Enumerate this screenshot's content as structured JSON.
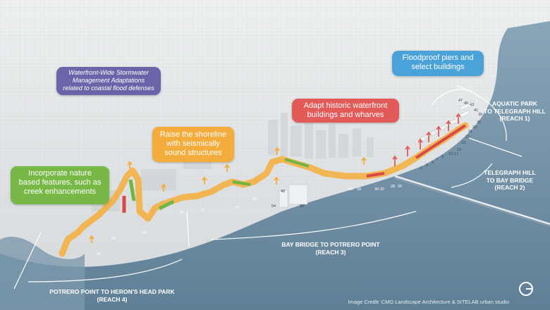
{
  "callouts": {
    "stormwater": [
      "Waterfront-Wide Stormwater",
      "Management Adaptations",
      "related to coastal flood defenses"
    ],
    "shoreline": [
      "Raise the shoreline",
      "with seismically",
      "sound structures"
    ],
    "nature": [
      "Incorporate nature",
      "based features, such as",
      "creek enhancements"
    ],
    "historic": [
      "Adapt historic waterfront",
      "buildings and wharves"
    ],
    "floodproof": [
      "Floodproof piers and",
      "select buildings"
    ]
  },
  "reaches": {
    "reach1": [
      "AQUATIC PARK",
      "TO TELEGRAPH HILL",
      "(REACH 1)"
    ],
    "reach2": [
      "TELEGRAPH HILL",
      "TO BAY BRIDGE",
      "(REACH 2)"
    ],
    "reach3": [
      "BAY BRIDGE TO POTRERO POINT",
      "(REACH 3)"
    ],
    "reach4": [
      "POTRERO POINT TO HERON'S HEAD PARK",
      "(REACH 4)"
    ]
  },
  "pier_numbers": {
    "p96": "96",
    "p94": "94",
    "p90": "90",
    "p80": "80",
    "p72": "72",
    "p70": "70",
    "p68": "68",
    "p54": "54",
    "p50": "50",
    "p48": "48",
    "p40": "40",
    "p38": "38",
    "p30_32": "30-32",
    "p28": "28",
    "p26": "26",
    "p1": "1",
    "p3": "3",
    "p5": "5",
    "p7": "7",
    "p9": "9",
    "p15_17": "15-17",
    "p19": "19",
    "p23": "23",
    "p27": "27",
    "p31": "31",
    "p33": "33",
    "p35": "35",
    "p39": "39",
    "p41": "41",
    "p43": "43",
    "p45": "45",
    "p47": "47"
  },
  "credit": "Image Credit: CMG Landscape Architecture & SITELAB urban studio",
  "icons": [
    "adaptation-arrow-icon",
    "logo-icon"
  ],
  "colors": {
    "stormwater": "#6b64a8",
    "shoreline": "#f4ad3d",
    "nature": "#78b847",
    "historic": "#e25b59",
    "floodproof": "#4aa3d8",
    "water": "#6f8fa6"
  }
}
